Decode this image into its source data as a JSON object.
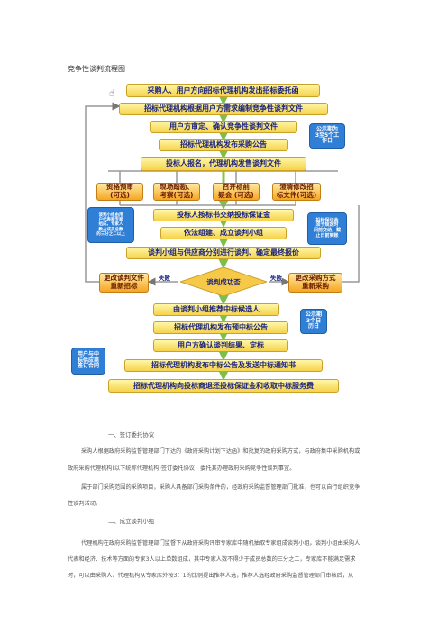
{
  "title": "竞争性谈判流程图",
  "flow": {
    "start": "采购人、用户方向招标代理机构发出招标委托函",
    "step1": "招标代理机构根据用户方需求编制竞争性谈判文件",
    "step2": "用户方审定、确认竞争性谈判文件",
    "step3": "招标代理机构发布采购公告",
    "step4": "投标人报名，代理机构发售谈判文件",
    "opt1": "资格预审\n(可选)",
    "opt2": "现场踏勘、\n考察(可选)",
    "opt3": "召开标前\n疑会 (可选)",
    "opt4": "澄清修改招\n标文件(可选)",
    "step5": "投标人按标书交纳投标保证金",
    "step6": "依法组建、成立谈判小组",
    "step7": "谈判小组与供应商分别进行谈判、确定最终报价",
    "decision": "谈判成功否",
    "fail_left": "失败",
    "fail_right": "失败",
    "left_alt": "更改谈判文件\n重新招标",
    "right_alt": "更改采购方式\n重新采购",
    "step8": "由谈判小组推荐中标候选人",
    "step9": "招标代理机构发布预中标公告",
    "step10": "用户方确认谈判结果、定标",
    "step11": "招标代理机构发布中标公告及发送中标通知书",
    "step12": "招标代理机构向投标商退还投标保证金和收取中标服务费",
    "note1": "公示期为\n3至5个工\n作日",
    "note2": "谈判小组由用\n户代表和专家\n组成，专家人\n数占成员总数\n的三分之二以上",
    "note3": "投标保证金\n须于规定时\n间前交纳，截\n止日前到账",
    "note4": "公示期\n3个日\n历日",
    "note5": "用户与中\n标供应商\n签订合同"
  },
  "body": {
    "h1": "一、签订委托协议",
    "p1": [
      "采购人根据政府采购监督管理部门下达的《政府采购计划下达函》和批复的政府采购方式，与政府集中采购机构或",
      "政府采购代理机构(以下统称代理机构)签订委托协议，委托其办理政府采购竞争性谈判事宜。"
    ],
    "p2": [
      "属于部门采购范围的采购项目，采购人具备部门采购条件的，经政府采购监督管理部门批准，也可以自行组织竞争",
      "性谈判活动。"
    ],
    "h2": "二、成立谈判小组",
    "p3": [
      "代理机构在政府采购监督管理部门监督下从政府采购评审专家库中随机抽取专家组成谈判小组。谈判小组由采购人",
      "代表和经济、技术等方面的专家3人以上单数组成，其中专家人数不得少于成员总数的三分之二，专家库不能满足需求",
      "时，可以由采购人、代理机构从专家库外按3：1的比例提出推荐人选，推荐人选经政府采购监督管理部门审核后，从"
    ]
  }
}
